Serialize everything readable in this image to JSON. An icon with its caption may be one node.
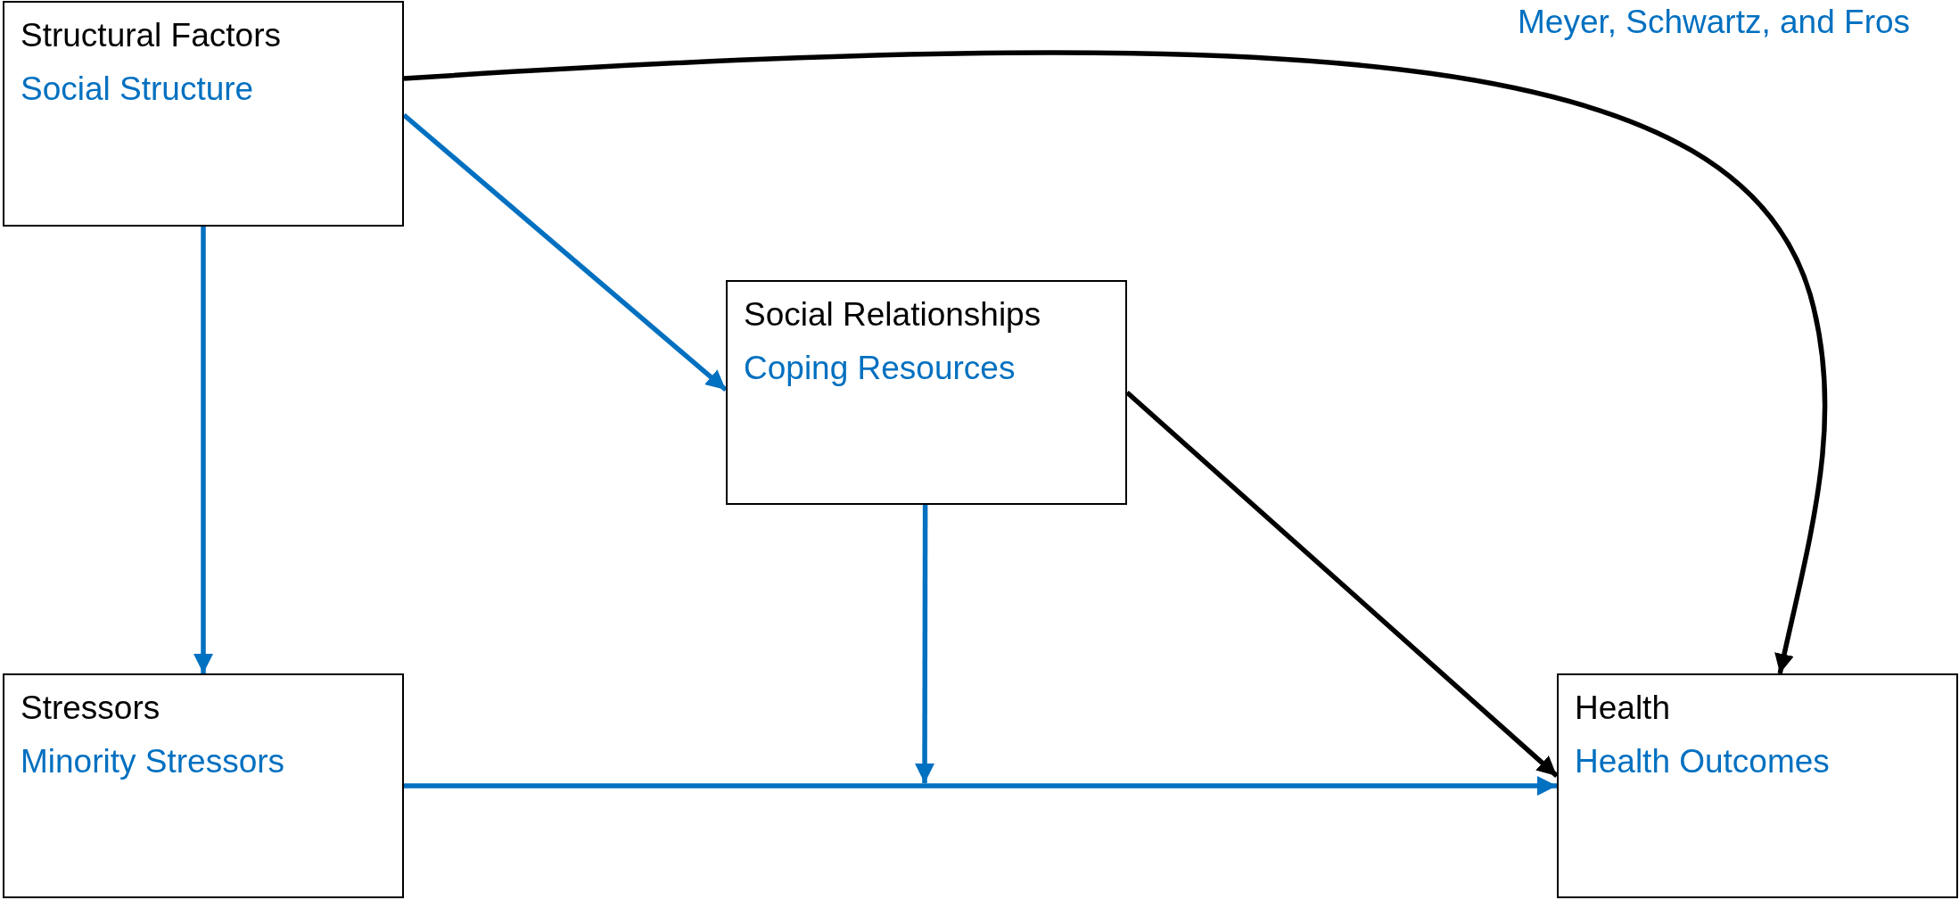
{
  "diagram": {
    "nodes": [
      {
        "text": [
          "Structural Factors",
          "Social Structure"
        ]
      },
      {
        "text": [
          "Social Relationships",
          "Coping Resources"
        ]
      },
      {
        "text": [
          "Stressors",
          "Minority Stressors"
        ]
      },
      {
        "text": [
          "Health",
          "Health Outcomes"
        ]
      }
    ],
    "edges": [
      {
        "from": 0,
        "to": 3,
        "arrow": "to",
        "color": "#000000"
      },
      {
        "from": 0,
        "to": 1,
        "arrow": "to"
      },
      {
        "from": 0,
        "to": 2,
        "arrow": "to"
      },
      {
        "from": 1,
        "to": 3,
        "arrow": "to",
        "color": "#000000"
      },
      {
        "from": 2,
        "to": 3,
        "arrow": "to"
      },
      {
        "from": 1,
        "to": null,
        "arrow": "to"
      }
    ],
    "labels": [
      "Meyer, Schwartz, and Fros"
    ]
  }
}
